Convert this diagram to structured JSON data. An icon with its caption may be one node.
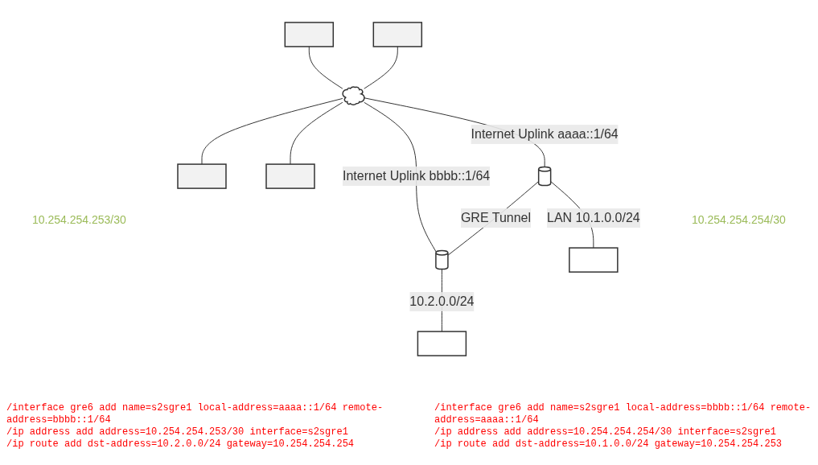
{
  "diagram": {
    "nodes": [
      {
        "text": [],
        "shape": "box"
      },
      {
        "text": [],
        "shape": "box"
      },
      {
        "text": [],
        "shape": "cloud"
      },
      {
        "text": [],
        "shape": "box"
      },
      {
        "text": [],
        "shape": "box"
      },
      {
        "text": [],
        "shape": "cylinder"
      },
      {
        "text": [],
        "shape": "cylinder"
      },
      {
        "text": [],
        "shape": "box"
      },
      {
        "text": [],
        "shape": "box"
      }
    ],
    "edges": [
      {
        "from": 0,
        "to": 2,
        "arrow": "none"
      },
      {
        "from": 1,
        "to": 2,
        "arrow": "none"
      },
      {
        "from": 2,
        "to": 3,
        "arrow": "none"
      },
      {
        "from": 2,
        "to": 4,
        "arrow": "none"
      },
      {
        "from": 2,
        "to": 5,
        "arrow": "none",
        "label": "Internet Uplink aaaa::1/64"
      },
      {
        "from": 2,
        "to": 6,
        "arrow": "none",
        "label": "Internet Uplink bbbb::1/64"
      },
      {
        "from": 5,
        "to": 6,
        "arrow": "none",
        "label": "GRE Tunnel"
      },
      {
        "from": 5,
        "to": 7,
        "arrow": "none",
        "label": "LAN 10.1.0.0/24"
      },
      {
        "from": 6,
        "to": 8,
        "arrow": "none",
        "label": "10.2.0.0/24"
      }
    ],
    "labels": [
      "10.254.254.253/30",
      "10.254.254.254/30",
      "/interface gre6 add name=s2sgre1 local-address=aaaa::1/64 remote-address=bbbb::1/64",
      "/ip address add address=10.254.254.253/30 interface=s2sgre1",
      "/ip route add dst-address=10.2.0.0/24 gateway=10.254.254.254",
      "/interface gre6 add name=s2sgre1 local-address=bbbb::1/64 remote-address=aaaa::1/64",
      "/ip address add address=10.254.254.254/30 interface=s2sgre1",
      "/ip route add dst-address=10.1.0.0/24 gateway=10.254.254.253"
    ]
  }
}
